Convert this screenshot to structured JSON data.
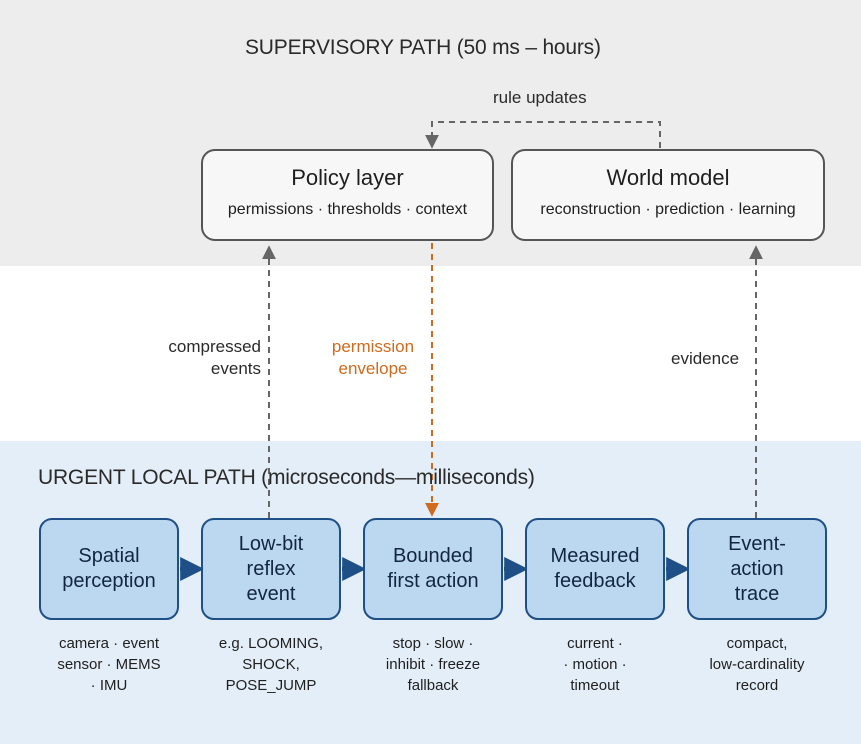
{
  "supervisory": {
    "title": "SUPERVISORY PATH (50 ms – hours)",
    "rule_updates_label": "rule updates",
    "policy": {
      "title": "Policy layer",
      "subtitle": "permissions · thresholds · context"
    },
    "world": {
      "title": "World model",
      "subtitle": "reconstruction · prediction · learning"
    }
  },
  "links": {
    "compressed": [
      "compressed",
      "events"
    ],
    "permission": [
      "permission",
      "envelope"
    ],
    "evidence": "evidence"
  },
  "urgent": {
    "title": "URGENT LOCAL PATH (microseconds—milliseconds)",
    "stages": [
      {
        "lines": [
          "Spatial",
          "perception"
        ],
        "caption": [
          "camera · event",
          "sensor · MEMS",
          "· IMU"
        ]
      },
      {
        "lines": [
          "Low-bit",
          "reflex",
          "event"
        ],
        "caption": [
          "e.g. LOOMING,",
          "SHOCK,",
          "POSE_JUMP"
        ]
      },
      {
        "lines": [
          "Bounded",
          "first action"
        ],
        "caption": [
          "stop · slow ·",
          "inhibit · freeze",
          "fallback"
        ]
      },
      {
        "lines": [
          "Measured",
          "feedback"
        ],
        "caption": [
          "current ·",
          "· motion ·",
          "timeout"
        ]
      },
      {
        "lines": [
          "Event-",
          "action",
          "trace"
        ],
        "caption": [
          "compact,",
          "low-cardinality",
          "record"
        ]
      }
    ]
  },
  "colors": {
    "top_band": "#ededed",
    "bottom_band": "#e4eef8",
    "stage_fill": "#bcd7f0",
    "stage_border": "#1e4f86",
    "arrow_blue": "#1e4f86",
    "dashed_gray": "#666666",
    "permission_orange": "#d06a1c"
  }
}
